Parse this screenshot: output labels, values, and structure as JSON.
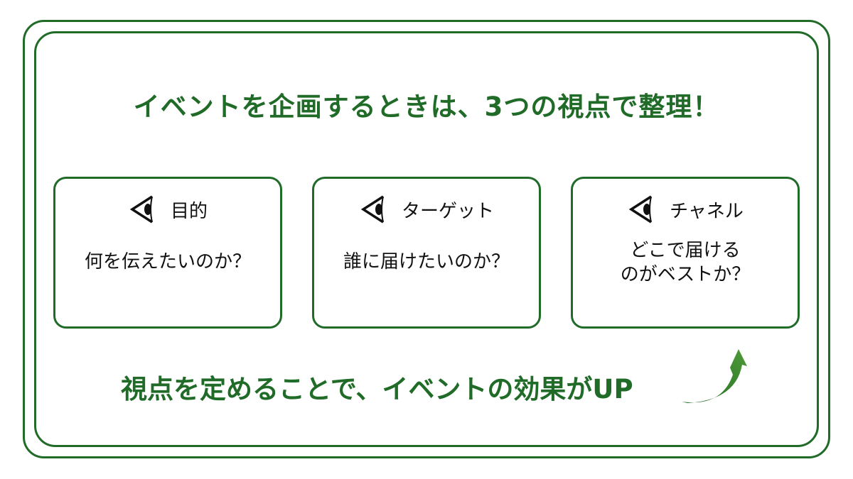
{
  "title": "イベントを企画するときは、3つの視点で整理！",
  "cards": [
    {
      "icon": "eye-icon",
      "title": "目的",
      "question_lines": [
        "何を伝えたいのか？"
      ]
    },
    {
      "icon": "eye-icon",
      "title": "ターゲット",
      "question_lines": [
        "誰に届けたいのか？"
      ]
    },
    {
      "icon": "eye-icon",
      "title": "チャネル",
      "question_lines": [
        "どこで届ける",
        "のがベストか？"
      ]
    }
  ],
  "footer": "視点を定めることで、イベントの効果がUP",
  "colors": {
    "accent": "#1f6b27",
    "text": "#111111",
    "arrow_light": "#4f9a36"
  }
}
